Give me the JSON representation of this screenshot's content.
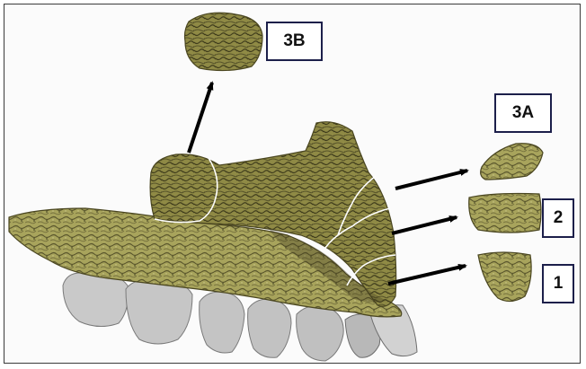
{
  "colors": {
    "bone": "#a8a45c",
    "bone_dark": "#3e3a1c",
    "bone_light": "#cfc98a",
    "tooth": "#c9c9c9",
    "tooth_shadow": "#8a8a8a",
    "arrow": "#000000",
    "box_border": "#1c1f4a",
    "frame": "#3a3a3a"
  },
  "labels": {
    "label_3b": "3B",
    "label_3a": "3A",
    "label_2": "2",
    "label_1": "1"
  }
}
